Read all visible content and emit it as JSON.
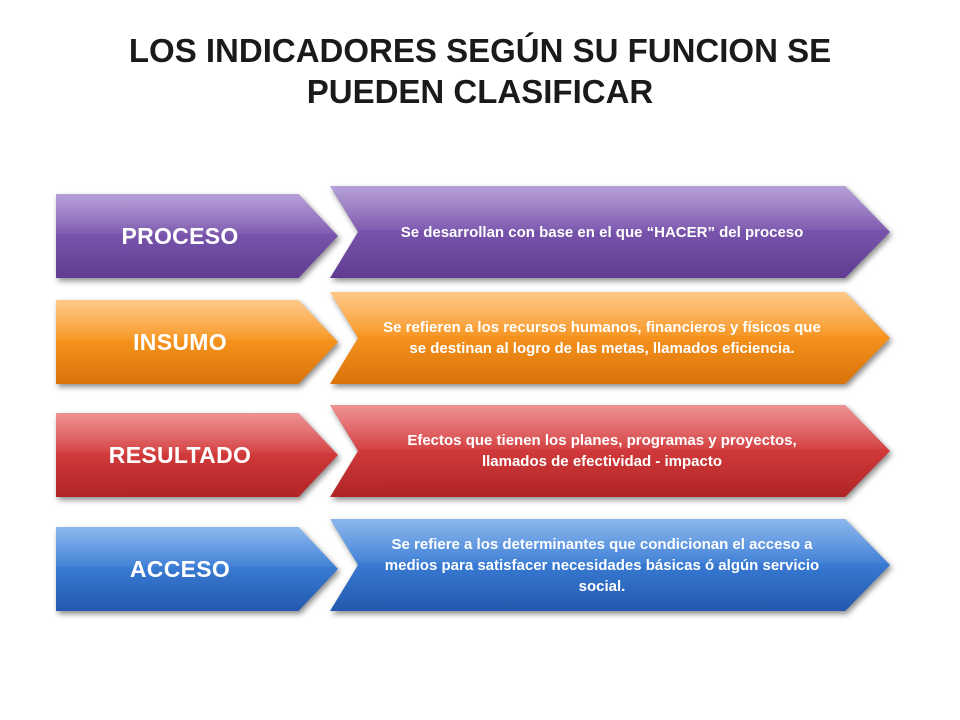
{
  "title": {
    "line1": "LOS INDICADORES SEGÚN SU FUNCION SE",
    "line2": "PUEDEN CLASIFICAR"
  },
  "rows": [
    {
      "label": "PROCESO",
      "description": "Se desarrollan con base en el que “HACER” del proceso",
      "color": "#7a55ad"
    },
    {
      "label": "INSUMO",
      "description": "Se refieren a los recursos humanos, financieros y físicos que se destinan al logro de las metas, llamados eficiencia.",
      "color": "#f7941d"
    },
    {
      "label": "RESULTADO",
      "description": "Efectos que tienen los planes, programas y proyectos, llamados de efectividad - impacto",
      "color": "#d33b3c"
    },
    {
      "label": "ACCESO",
      "description": "Se refiere a los determinantes que condicionan el acceso a medios para satisfacer necesidades básicas ó algún servicio social.",
      "color": "#3a7cd5"
    }
  ]
}
